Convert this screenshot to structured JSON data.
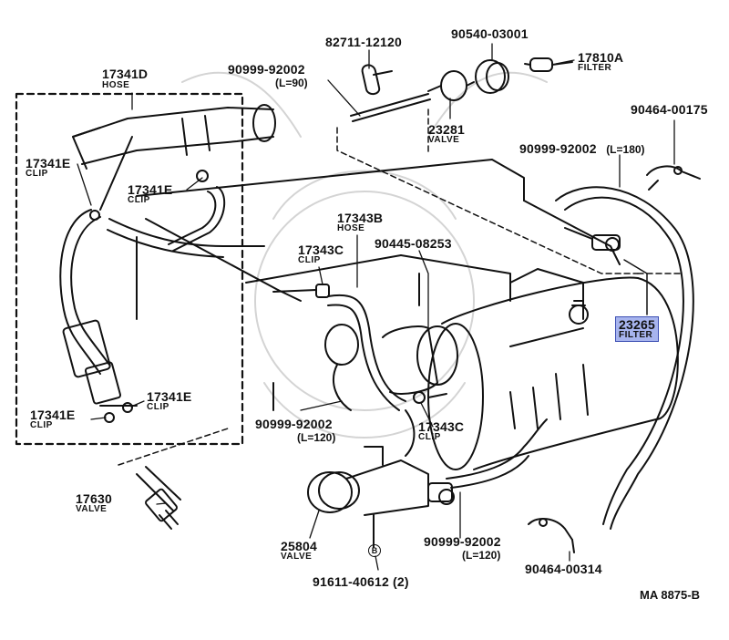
{
  "labels": {
    "p17341D": "17341D",
    "p17341D_sub": "HOSE",
    "p82711": "82711-12120",
    "p90540": "90540-03001",
    "p17810A": "17810A",
    "p17810A_sub": "FILTER",
    "p90999_top": "90999-92002",
    "p90999_top_len": "(L=90)",
    "p23281": "23281",
    "p23281_sub": "VALVE",
    "p90464_00175": "90464-00175",
    "p90999_180": "90999-92002",
    "p90999_180_len": "(L=180)",
    "p17341E_a": "17341E",
    "p17341E_a_sub": "CLIP",
    "p17341E_b": "17341E",
    "p17341E_b_sub": "CLIP",
    "p17343B": "17343B",
    "p17343B_sub": "HOSE",
    "p17343C_a": "17343C",
    "p17343C_a_sub": "CLIP",
    "p90445": "90445-08253",
    "p23265": "23265",
    "p23265_sub": "FILTER",
    "p17341E_c": "17341E",
    "p17341E_c_sub": "CLIP",
    "p17341E_d": "17341E",
    "p17341E_d_sub": "CLIP",
    "p90999_120a": "90999-92002",
    "p90999_120a_len": "(L=120)",
    "p17343C_b": "17343C",
    "p17343C_b_sub": "CLIP",
    "p17630": "17630",
    "p17630_sub": "VALVE",
    "p25804": "25804",
    "p25804_sub": "VALVE",
    "p90999_120b": "90999-92002",
    "p90999_120b_len": "(L=120)",
    "p90464_00314": "90464-00314",
    "p91611": "91611-40612 (2)",
    "circle_b": "B",
    "sheet_ref": "MA 8875-B"
  },
  "highlight": {
    "part": "23265",
    "color": "#a7b4ee"
  }
}
